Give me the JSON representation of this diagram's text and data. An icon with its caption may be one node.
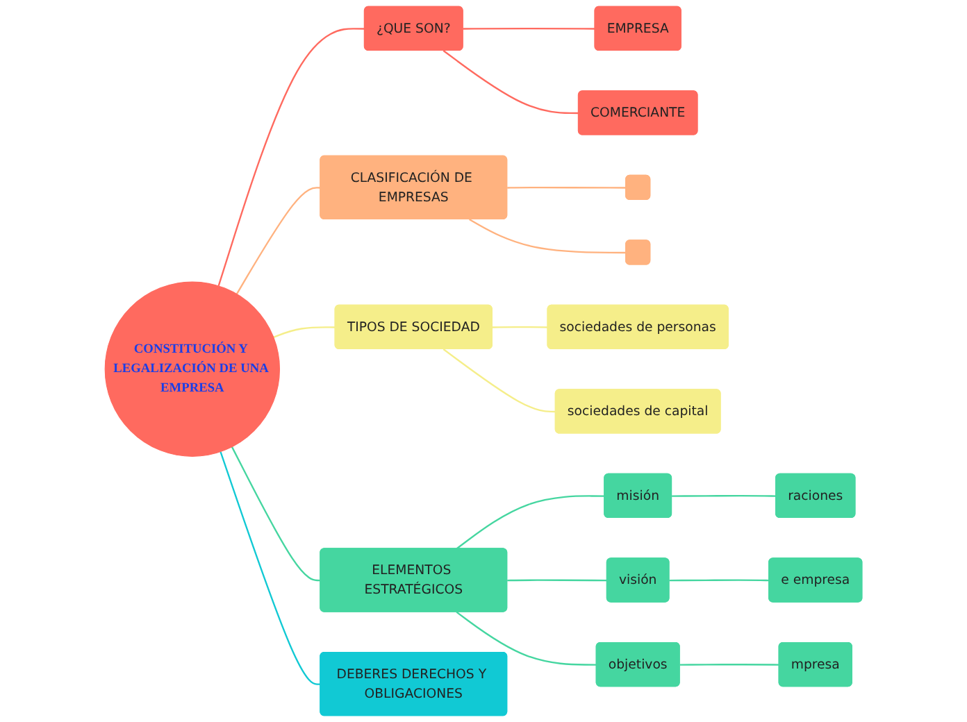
{
  "diagram": {
    "nodes": [
      {
        "text": [
          "CONSTITUCIÓN Y LEGALIZACIÓN DE UNA EMPRESA"
        ]
      },
      {
        "text": [
          "¿QUE SON?"
        ]
      },
      {
        "text": [
          "EMPRESA"
        ]
      },
      {
        "text": [
          "COMERCIANTE"
        ]
      },
      {
        "text": [
          "CLASIFICACIÓN DE EMPRESAS"
        ]
      },
      {
        "text": [],
        "shape": "box"
      },
      {
        "text": [],
        "shape": "box"
      },
      {
        "text": [
          "TIPOS DE SOCIEDAD"
        ]
      },
      {
        "text": [
          "sociedades de personas"
        ]
      },
      {
        "text": [
          "sociedades de capital"
        ]
      },
      {
        "text": [
          "ELEMENTOS ESTRATÉGICOS"
        ]
      },
      {
        "text": [
          "misión"
        ]
      },
      {
        "text": [
          "visión"
        ]
      },
      {
        "text": [
          "objetivos"
        ]
      },
      {
        "text": [
          "raciones"
        ]
      },
      {
        "text": [
          "e empresa"
        ]
      },
      {
        "text": [
          "mpresa"
        ]
      },
      {
        "text": [
          "DEBERES DERECHOS Y OBLIGACIONES"
        ]
      }
    ],
    "edges": [
      {
        "from": 0,
        "to": 1,
        "arrow": "none",
        "color": "#ff6a5f"
      },
      {
        "from": 1,
        "to": 2,
        "arrow": "none",
        "color": "#ff6a5f"
      },
      {
        "from": 1,
        "to": 3,
        "arrow": "none",
        "color": "#ff6a5f"
      },
      {
        "from": 0,
        "to": 4,
        "arrow": "none",
        "color": "#ffb27f"
      },
      {
        "from": 4,
        "to": 5,
        "arrow": "none",
        "color": "#ffb27f"
      },
      {
        "from": 4,
        "to": 6,
        "arrow": "none",
        "color": "#ffb27f"
      },
      {
        "from": 0,
        "to": 7,
        "arrow": "none",
        "color": "#f5ee8a"
      },
      {
        "from": 7,
        "to": 8,
        "arrow": "none",
        "color": "#f5ee8a"
      },
      {
        "from": 7,
        "to": 9,
        "arrow": "none",
        "color": "#f5ee8a"
      },
      {
        "from": 0,
        "to": 10,
        "arrow": "none",
        "color": "#45d6a0"
      },
      {
        "from": 10,
        "to": 11,
        "arrow": "none",
        "color": "#45d6a0"
      },
      {
        "from": 10,
        "to": 12,
        "arrow": "none",
        "color": "#45d6a0"
      },
      {
        "from": 10,
        "to": 13,
        "arrow": "none",
        "color": "#45d6a0"
      },
      {
        "from": 11,
        "to": 14,
        "arrow": "none",
        "color": "#45d6a0"
      },
      {
        "from": 12,
        "to": 15,
        "arrow": "none",
        "color": "#45d6a0"
      },
      {
        "from": 13,
        "to": 16,
        "arrow": "none",
        "color": "#45d6a0"
      },
      {
        "from": 0,
        "to": 17,
        "arrow": "none",
        "color": "#11c9d4"
      }
    ]
  }
}
